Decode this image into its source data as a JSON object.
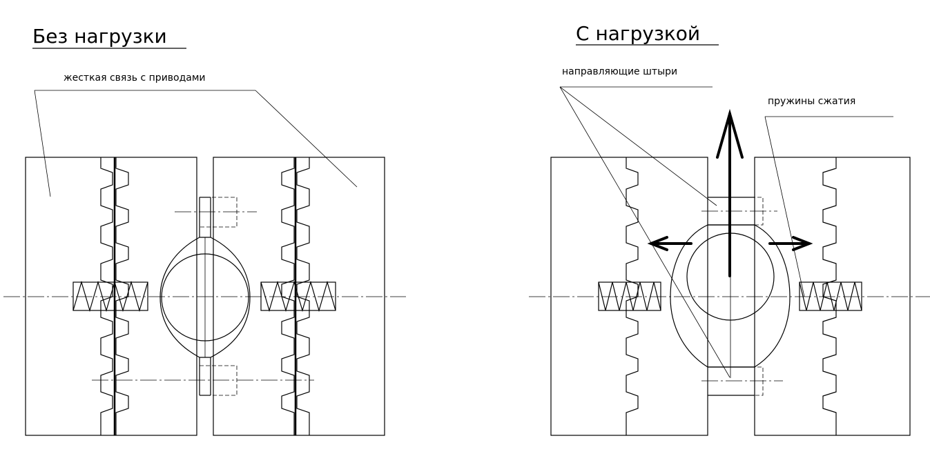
{
  "titles": {
    "left": "Без нагрузки",
    "right": "С нагрузкой"
  },
  "labels": {
    "rigid_link": "жесткая связь с приводами",
    "guide_pins": "направляющие штыри",
    "springs": "пружины сжатия"
  }
}
